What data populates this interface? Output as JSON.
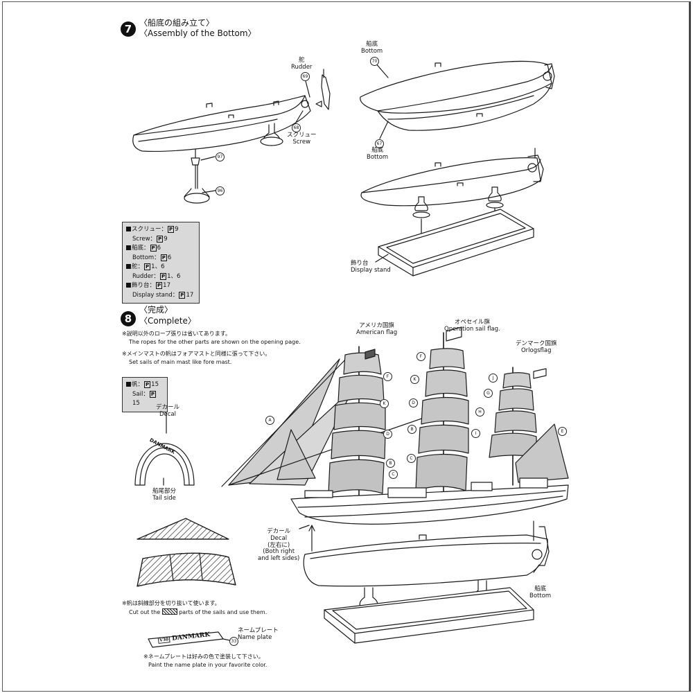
{
  "step7": {
    "number": "7",
    "title_jp": "〈船底の組み立て〉",
    "title_en": "〈Assembly of the Bottom〉",
    "labels": {
      "rudder_jp": "舵",
      "rudder_en": "Rudder",
      "rudder_no": "69",
      "screw_jp": "スクリュー",
      "screw_en": "Screw",
      "screw_no": "68",
      "bottom_top_jp": "船底",
      "bottom_top_en": "Bottom",
      "bottom_top_no": "70",
      "bottom_low_jp": "船底",
      "bottom_low_en": "Bottom",
      "bottom_low_no": "67",
      "part97": "97",
      "part96": "96",
      "stand_jp": "飾り台",
      "stand_en": "Display stand"
    },
    "parts_list": [
      {
        "name": "スクリュー：",
        "code": "9"
      },
      {
        "name": "Screw：",
        "code": "9"
      },
      {
        "name": "船底：",
        "code": "6"
      },
      {
        "name": "Bottom：",
        "code": "6"
      },
      {
        "name": "舵：",
        "code": "1、6"
      },
      {
        "name": "Rudder：",
        "code": "1、6"
      },
      {
        "name": "飾り台：",
        "code": "17"
      },
      {
        "name": "Display stand：",
        "code": "17"
      }
    ]
  },
  "step8": {
    "number": "8",
    "title_jp": "〈完成〉",
    "title_en": "〈Complete〉",
    "note1_jp": "※説明以外のロープ張りは省いてあります。",
    "note1_en": "The ropes for the other parts are shown on the opening page.",
    "note2_jp": "※メインマストの帆はフォアマストと同様に張って下さい。",
    "note2_en": "Set sails of main mast like fore mast.",
    "parts_list": [
      {
        "name": "帆：",
        "code": "15"
      },
      {
        "name": "Sail：",
        "code": "15"
      }
    ],
    "labels": {
      "decal_jp": "デカール",
      "decal_en": "Decal",
      "tail_jp": "船尾部分",
      "tail_en": "Tail side",
      "danmark_text": "DANMARK",
      "american_jp": "アメリカ国旗",
      "american_en": "American flag",
      "operation_jp": "オペセイル旗",
      "operation_en": "Operation sail flag.",
      "danish_jp": "デンマーク国旗",
      "danish_en": "Orlogsflag",
      "decal2_jp": "デカール",
      "decal2_en": "Decal",
      "decal2_note_jp": "(左右に)",
      "decal2_note_en1": "(Both right",
      "decal2_note_en2": "and left sides)",
      "bottom_jp": "船底",
      "bottom_en": "Bottom",
      "nameplate_jp": "ネームプレート",
      "nameplate_en": "Name plate",
      "nameplate_no": "33",
      "nameplate_text": "DANMARK",
      "nameplate_prefix": "V30"
    },
    "sail_letters": {
      "a": "A",
      "b": "B",
      "c": "C",
      "d": "D",
      "e": "E",
      "f": "F",
      "g": "G",
      "h": "H",
      "i": "I",
      "j": "J",
      "k": "K"
    },
    "note3_jp": "※帆は斜線部分を切り抜いて使います。",
    "note3_en_a": "Cut out the",
    "note3_en_b": "parts of the sails and use them.",
    "note4_jp": "※ネームプレートは好みの色で塗装して下さい。",
    "note4_en": "Paint the name plate in your favorite color."
  }
}
